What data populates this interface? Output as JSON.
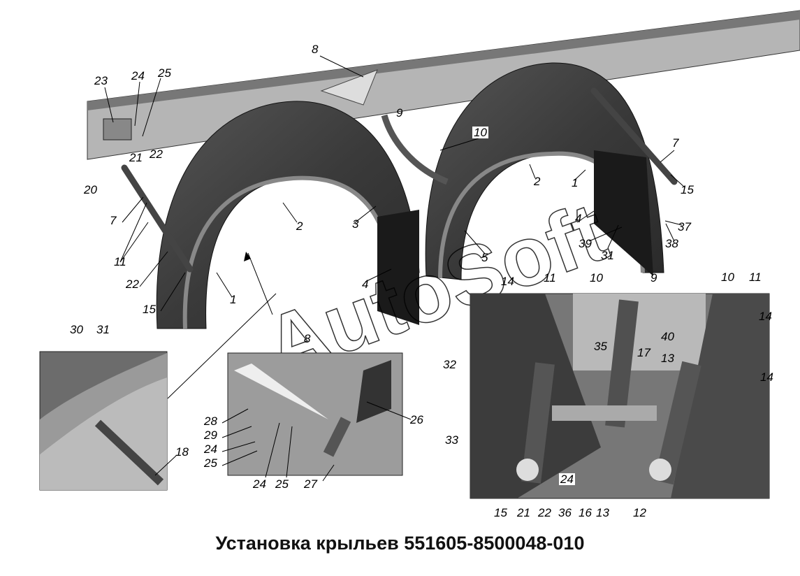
{
  "title": "Установка крыльев 551605-8500048-010",
  "watermark": "AutoSoft",
  "main": {
    "callouts": [
      "8",
      "23",
      "24",
      "25",
      "9",
      "10",
      "7",
      "21",
      "22",
      "20",
      "2",
      "1",
      "15",
      "7",
      "2",
      "3",
      "4",
      "37",
      "38",
      "39",
      "31",
      "11",
      "5",
      "22",
      "1",
      "4",
      "15"
    ]
  },
  "inset_left": {
    "callouts": [
      "30",
      "31",
      "18"
    ]
  },
  "inset_middle": {
    "callouts": [
      "8",
      "26",
      "28",
      "29",
      "24",
      "25",
      "24",
      "25",
      "27"
    ]
  },
  "inset_right": {
    "callouts": [
      "14",
      "11",
      "10",
      "9",
      "10",
      "11",
      "14",
      "32",
      "35",
      "17",
      "40",
      "13",
      "14",
      "33",
      "24",
      "15",
      "21",
      "22",
      "36",
      "16",
      "13",
      "12"
    ]
  }
}
